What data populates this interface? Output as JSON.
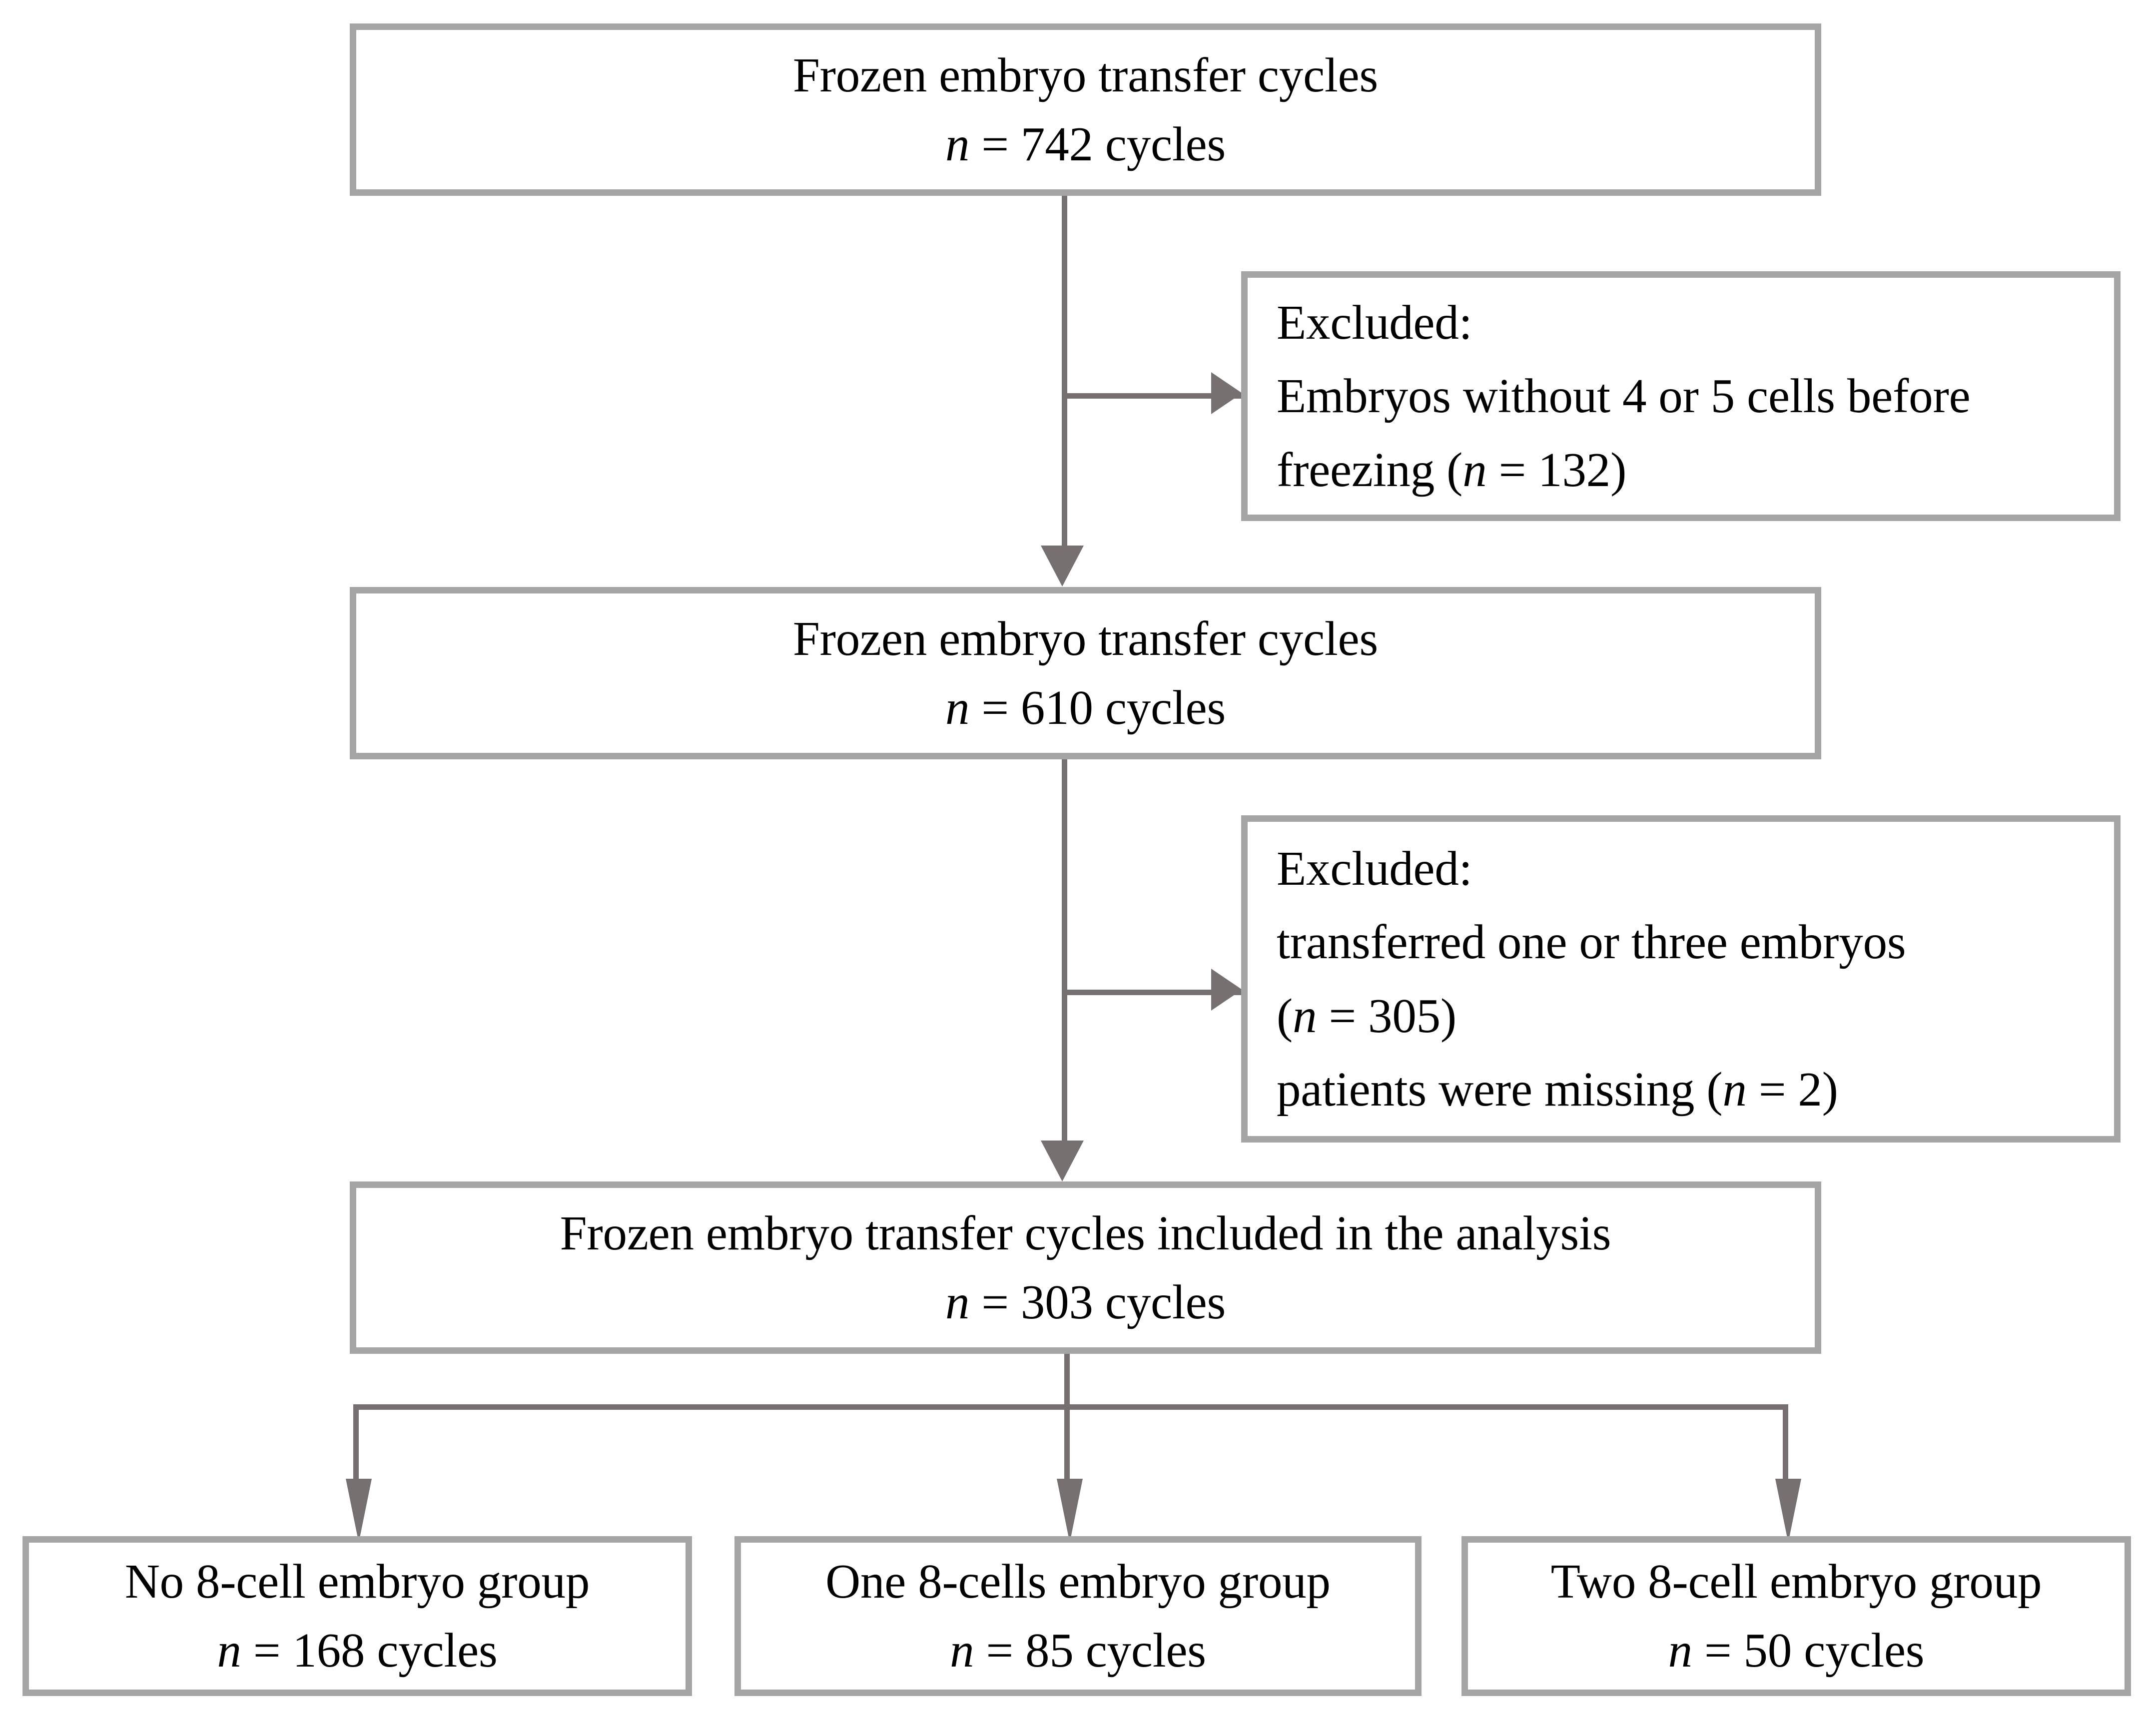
{
  "figure": {
    "kind": "study-flow-diagram",
    "colors": {
      "box_border": "#a5a5a5",
      "connector": "#767170",
      "background": "#ffffff",
      "text": "#000000"
    }
  },
  "boxes": {
    "cycles_total": {
      "line1": "Frozen embryo transfer cycles",
      "line2_prefix": "n",
      "line2_suffix": " = 742 cycles"
    },
    "excluded_1": {
      "line1": "Excluded:",
      "line2": "Embryos without 4 or 5 cells before",
      "line3_prefix": "freezing (",
      "line3_var": "n",
      "line3_suffix": " = 132)"
    },
    "cycles_610": {
      "line1": "Frozen embryo transfer cycles",
      "line2_prefix": "n",
      "line2_suffix": " = 610 cycles"
    },
    "excluded_2": {
      "line1": "Excluded:",
      "line2": "transferred one or three embryos",
      "line3_prefix": "(",
      "line3_var": "n",
      "line3_suffix": " = 305)",
      "line4_prefix": "patients were missing (",
      "line4_var": "n",
      "line4_suffix": " = 2)"
    },
    "cycles_303": {
      "line1": "Frozen embryo transfer cycles included in the analysis",
      "line2_prefix": "n",
      "line2_suffix": " = 303 cycles"
    },
    "group_none": {
      "line1": "No 8-cell embryo group",
      "line2_prefix": "n",
      "line2_suffix": " = 168 cycles"
    },
    "group_one": {
      "line1": "One 8-cells embryo group",
      "line2_prefix": "n",
      "line2_suffix": " = 85 cycles"
    },
    "group_two": {
      "line1": "Two 8-cell embryo group",
      "line2_prefix": "n",
      "line2_suffix": " = 50 cycles"
    }
  }
}
